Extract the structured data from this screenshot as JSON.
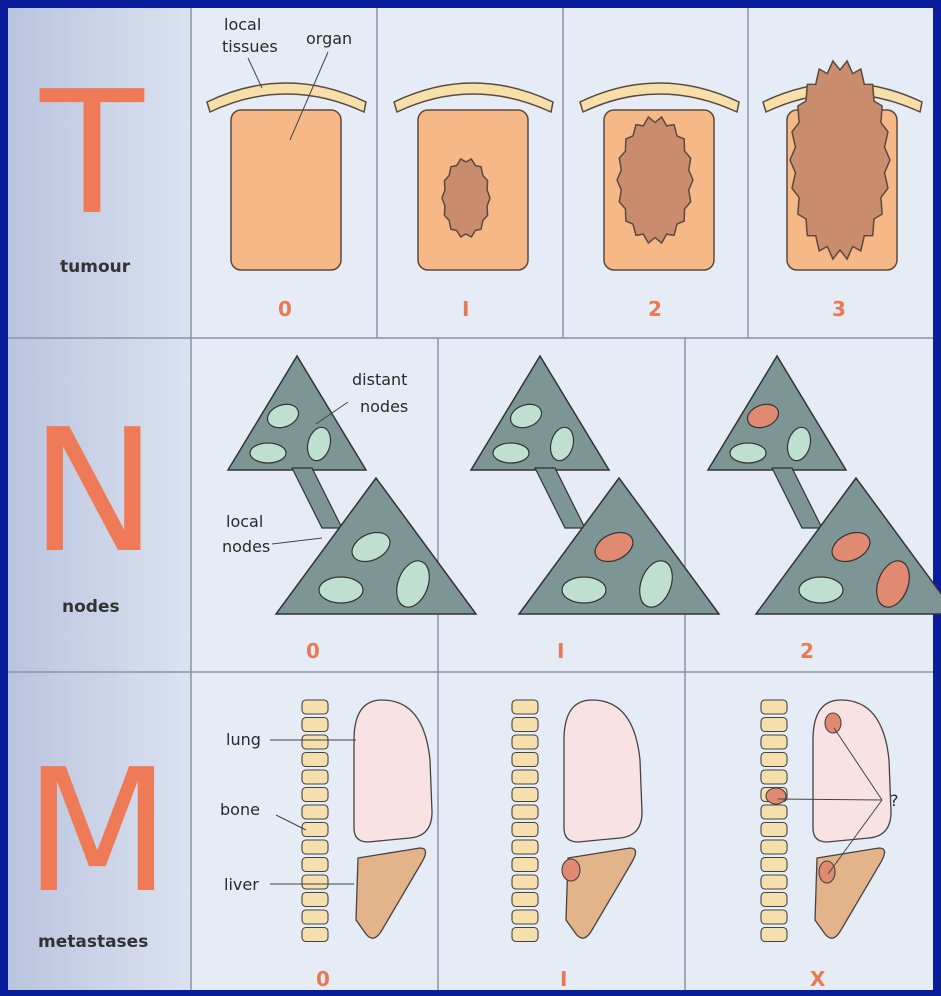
{
  "rows": {
    "tumour": {
      "letter": "T",
      "name": "tumour",
      "stages": [
        "0",
        "I",
        "2",
        "3"
      ],
      "annotations": {
        "local_tissues": [
          "local",
          "tissues"
        ],
        "organ": "organ"
      }
    },
    "nodes": {
      "letter": "N",
      "name": "nodes",
      "stages": [
        "0",
        "I",
        "2"
      ],
      "annotations": {
        "distant_nodes": [
          "distant",
          "nodes"
        ],
        "local_nodes": [
          "local",
          "nodes"
        ]
      }
    },
    "metastases": {
      "letter": "M",
      "name": "metastases",
      "stages": [
        "0",
        "I",
        "X"
      ],
      "annotations": {
        "lung": "lung",
        "bone": "bone",
        "liver": "liver",
        "unknown": "?"
      }
    }
  },
  "colors": {
    "frame_blue": "#0a1e9c",
    "panel_bg": "#e9eef7",
    "letter_column_bg": "#c9d2e6",
    "letter_orange": "#ee7a58",
    "organ_fill": "#f7b887",
    "tumour_fill": "#c98c6c",
    "tissue_fill": "#f6dfa8",
    "node_triangle": "#7e9595",
    "node_healthy": "#bfe0d0",
    "node_cancer": "#e08a72",
    "lung_fill": "#f9e2e4",
    "liver_fill": "#e3b389",
    "vertebra_fill": "#f5e0ad"
  }
}
